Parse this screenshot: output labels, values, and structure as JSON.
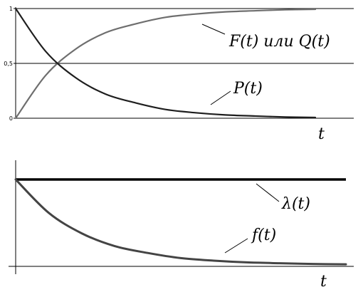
{
  "chart_data": [
    {
      "type": "line",
      "title": "",
      "xlabel": "t",
      "ylabel": "",
      "ylim": [
        0,
        1
      ],
      "yticks": [
        {
          "value": 0,
          "label": "0"
        },
        {
          "value": 0.5,
          "label": "0,5"
        },
        {
          "value": 1,
          "label": "1"
        }
      ],
      "gridlines_y": [
        0.5,
        1
      ],
      "x": [
        0,
        0.5,
        1,
        1.5,
        2,
        2.5,
        3,
        3.5,
        4,
        4.5,
        5
      ],
      "series": [
        {
          "name": "F(t) или Q(t)",
          "values": [
            0,
            0.39,
            0.63,
            0.78,
            0.86,
            0.92,
            0.95,
            0.97,
            0.98,
            0.989,
            0.993
          ]
        },
        {
          "name": "P(t)",
          "values": [
            1,
            0.61,
            0.37,
            0.22,
            0.14,
            0.08,
            0.05,
            0.03,
            0.02,
            0.011,
            0.007
          ]
        }
      ]
    },
    {
      "type": "line",
      "title": "",
      "xlabel": "t",
      "ylabel": "",
      "x": [
        0,
        0.5,
        1,
        1.5,
        2,
        2.5,
        3,
        3.5,
        4,
        4.5,
        5
      ],
      "series": [
        {
          "name": "λ(t)",
          "values": [
            1,
            1,
            1,
            1,
            1,
            1,
            1,
            1,
            1,
            1,
            1
          ]
        },
        {
          "name": "f(t)",
          "values": [
            1,
            0.61,
            0.37,
            0.22,
            0.14,
            0.08,
            0.05,
            0.03,
            0.02,
            0.011,
            0.007
          ]
        }
      ]
    }
  ]
}
